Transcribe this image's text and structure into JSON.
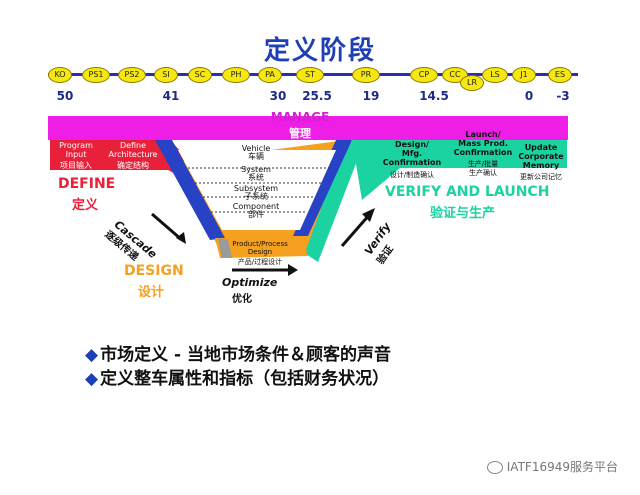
{
  "title": "定义阶段",
  "timeline": {
    "gates": [
      "KO",
      "PS1",
      "PS2",
      "SI",
      "SC",
      "PH",
      "PA",
      "ST",
      "PR",
      "CP",
      "CC",
      "LR",
      "LS",
      "J1",
      "ES"
    ],
    "numbers": [
      "50",
      "41",
      "30",
      "25.5",
      "19",
      "14.5",
      "0",
      "-3"
    ]
  },
  "manage": {
    "en": "MANAGE",
    "cn": "管理"
  },
  "left_boxes": {
    "program_en": "Program\nInput",
    "program_cn": "项目输入",
    "define_en": "Define\nArchitecture",
    "define_cn": "确定结构"
  },
  "right_boxes": {
    "design_en": "Design/\nMfg.\nConfirmation",
    "design_cn": "设计/制造确认",
    "launch_en": "Launch/\nMass Prod.\nConfirmation",
    "launch_cn": "生产/批量\n生产确认",
    "update_en": "Update\nCorporate\nMemory",
    "update_cn": "更新公司记忆"
  },
  "levels": [
    {
      "en": "Vehicle",
      "cn": "车辆"
    },
    {
      "en": "System",
      "cn": "系统"
    },
    {
      "en": "Subsystem",
      "cn": "子系统"
    },
    {
      "en": "Component",
      "cn": "部件"
    }
  ],
  "bottom_box": {
    "en": "Product/Process\nDesign",
    "cn": "产品/过程设计"
  },
  "phases": {
    "define_en": "DEFINE",
    "define_cn": "定义",
    "design_en": "DESIGN",
    "design_cn": "设计",
    "verify_en": "VERIFY AND LAUNCH",
    "verify_cn": "验证与生产"
  },
  "arrows": {
    "cascade_en": "Cascade",
    "cascade_cn": "逐级传递",
    "optimize_en": "Optimize",
    "optimize_cn": "优化",
    "verify_en": "Verify",
    "verify_cn": "验证"
  },
  "bullets": [
    "市场定义 - 当地市场条件＆顾客的声音",
    "定义整车属性和指标（包括财务状况）"
  ],
  "watermark": "IATF16949服务平台",
  "colors": {
    "title": "#1f3fb6",
    "manage_bar": "#ee1ee6",
    "define_red": "#e8203a",
    "design_orange": "#f5a11f",
    "verify_teal": "#1bd3a0",
    "blue_band": "#2742c4",
    "gate": "#f6e80e"
  }
}
